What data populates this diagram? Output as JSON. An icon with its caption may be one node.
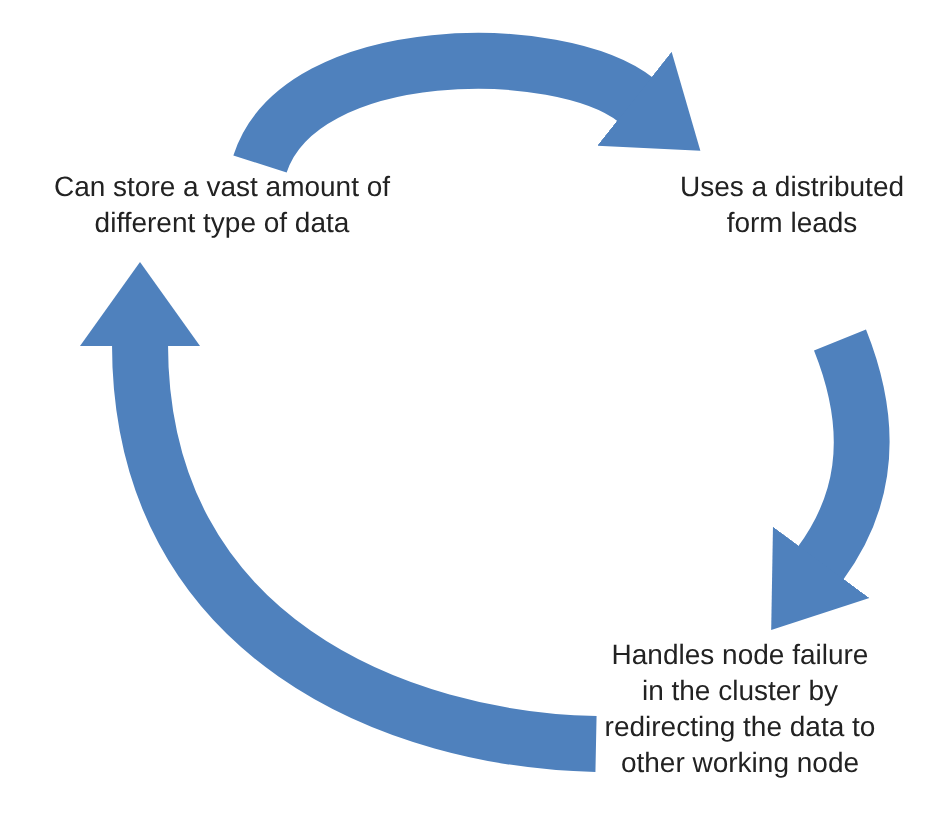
{
  "diagram": {
    "nodes": [
      {
        "text": [
          "Can store a vast amount of different type of data"
        ]
      },
      {
        "text": [
          "Uses a distributed form leads"
        ]
      },
      {
        "text": [
          "Handles node failure in the cluster by redirecting the data to other working node"
        ]
      }
    ],
    "edges": [
      {
        "from": 0,
        "to": 1,
        "arrow": "to"
      },
      {
        "from": 1,
        "to": 2,
        "arrow": "to"
      },
      {
        "from": 2,
        "to": 0,
        "arrow": "to"
      }
    ]
  }
}
